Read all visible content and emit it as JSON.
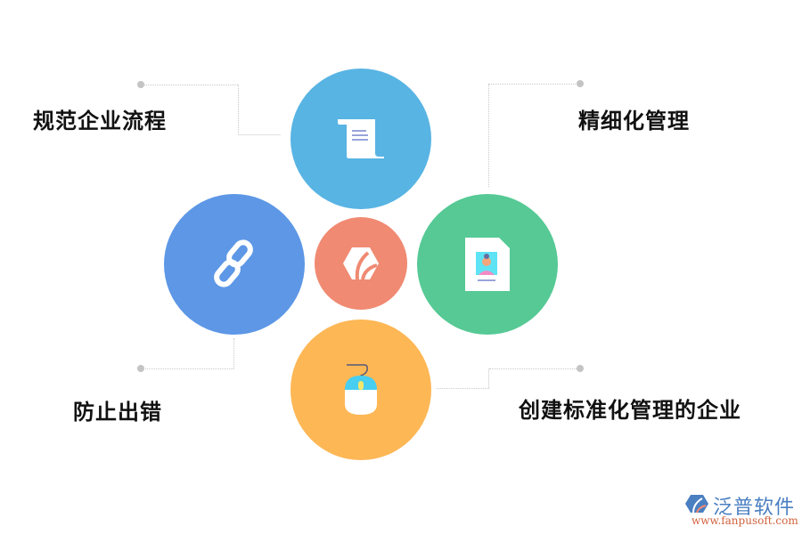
{
  "diagram": {
    "center": {
      "icon": "brand-hexagon-icon",
      "color": "#f08a72"
    },
    "nodes": [
      {
        "id": "top",
        "label": "规范企业流程",
        "icon": "scroll-document-icon",
        "color": "#58b4e3"
      },
      {
        "id": "right",
        "label": "精细化管理",
        "icon": "id-card-document-icon",
        "color": "#56c995"
      },
      {
        "id": "left",
        "label": "防止出错",
        "icon": "chain-link-icon",
        "color": "#5d97e6"
      },
      {
        "id": "bottom",
        "label": "创建标准化管理的企业",
        "icon": "computer-mouse-icon",
        "color": "#fdb755"
      }
    ]
  },
  "watermark": {
    "name": "泛普软件",
    "url": "www.fanpusoft.com"
  }
}
